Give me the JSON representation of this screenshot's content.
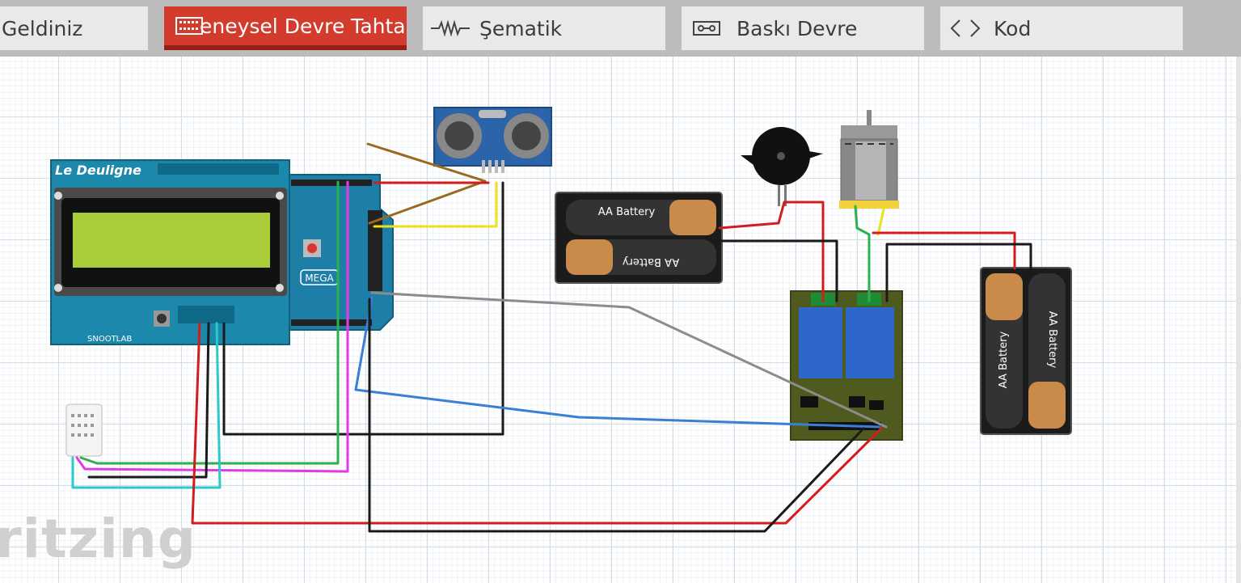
{
  "tabs": [
    {
      "label": "Geldiniz",
      "icon": "none",
      "active": false
    },
    {
      "label": "eneysel Devre Tahta",
      "icon": "breadboard-icon",
      "active": true
    },
    {
      "label": "Şematik",
      "icon": "schematic-icon",
      "active": false
    },
    {
      "label": "Baskı Devre",
      "icon": "pcb-icon",
      "active": false
    },
    {
      "label": "Kod",
      "icon": "code-icon",
      "active": false
    }
  ],
  "watermark": "ritzing",
  "parts": {
    "lcd_shield_brand": "Le Deuligne",
    "lcd_shield_maker": "SNOOTLAB",
    "arduino_model": "MEGA",
    "battery_label_top_a": "AA Battery",
    "battery_label_top_b": "AA Battery",
    "battery_label_right_a": "AA Battery",
    "battery_label_right_b": "AA Battery"
  },
  "colors": {
    "active_tab": "#d33b2c",
    "tab_bar": "#bcbcbc",
    "wire_red": "#d11d1d",
    "wire_black": "#1a1a1a",
    "wire_yellow": "#e9e21c",
    "wire_green": "#2bb24c",
    "wire_magenta": "#e13be6",
    "wire_cyan": "#2cc9c9",
    "wire_blue": "#3a7fd6",
    "wire_gray": "#8c8c8c",
    "wire_brown": "#9a6a1c"
  }
}
